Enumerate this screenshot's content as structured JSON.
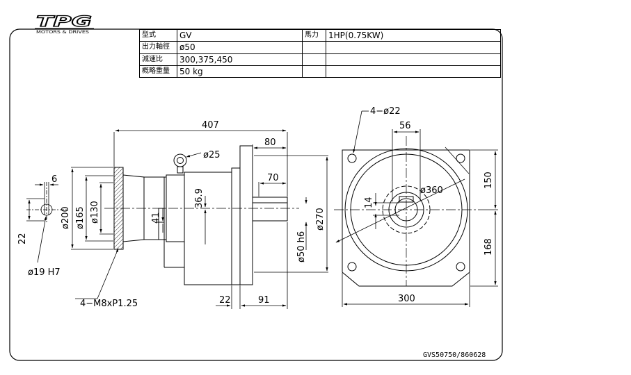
{
  "logo": {
    "mark": "TPG",
    "subtitle": "MOTORS & DRIVES"
  },
  "spec_table": {
    "rows": [
      {
        "label": "型式",
        "value": "GV",
        "label2": "馬力",
        "value2": "1HP(0.75KW)"
      },
      {
        "label": "出力軸徑",
        "value": "ø50",
        "label2": "",
        "value2": ""
      },
      {
        "label": "減速比",
        "value": "300,375,450",
        "label2": "",
        "value2": ""
      },
      {
        "label": "概略重量",
        "value": "50 kg",
        "label2": "",
        "value2": ""
      }
    ]
  },
  "dimensions": {
    "overall_length": "407",
    "flange_to_shaft": "80",
    "shaft_length": "70",
    "eyebolt": "ø25",
    "dia_200": "ø200",
    "dia_165": "ø165",
    "dia_130": "ø130",
    "height_36_9": "36.9",
    "height_41": "41",
    "dia_50_h6": "ø50 h6",
    "dia_270": "ø270",
    "width_6": "6",
    "width_22_left": "22",
    "input_bore": "ø19 H7",
    "tapped_holes": "4−M8xP1.25",
    "bottom_22": "22",
    "bottom_91": "91",
    "mount_holes": "4−ø22",
    "key_56": "56",
    "key_14": "14",
    "pcd_360": "ø360",
    "upper_150": "150",
    "lower_168": "168",
    "width_300": "300"
  },
  "drawing_code": "GVS50750/860628"
}
